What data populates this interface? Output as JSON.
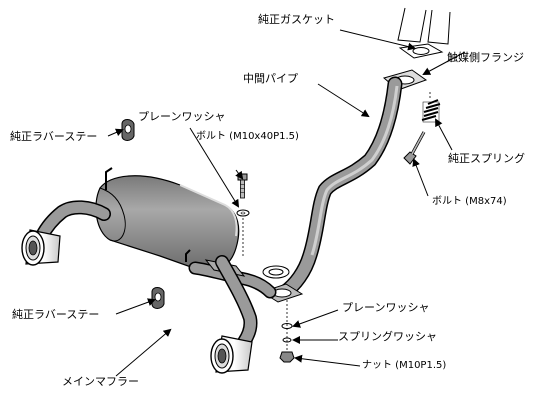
{
  "labels": {
    "oem_gasket": "純正ガスケット",
    "catalyst_flange": "触媒側フランジ",
    "center_pipe": "中間パイプ",
    "plain_washer_top": "プレーンワッシャ",
    "bolt_m10": "ボルト (M10x40P1.5)",
    "oem_rubber_stay_top": "純正ラバーステー",
    "oem_spring": "純正スプリング",
    "bolt_m8": "ボルト (M8x74)",
    "plain_washer_bottom": "プレーンワッシャ",
    "oem_rubber_stay_bottom": "純正ラバーステー",
    "spring_washer": "スプリングワッシャ",
    "nut": "ナット (M10P1.5)",
    "main_muffler": "メインマフラー"
  }
}
